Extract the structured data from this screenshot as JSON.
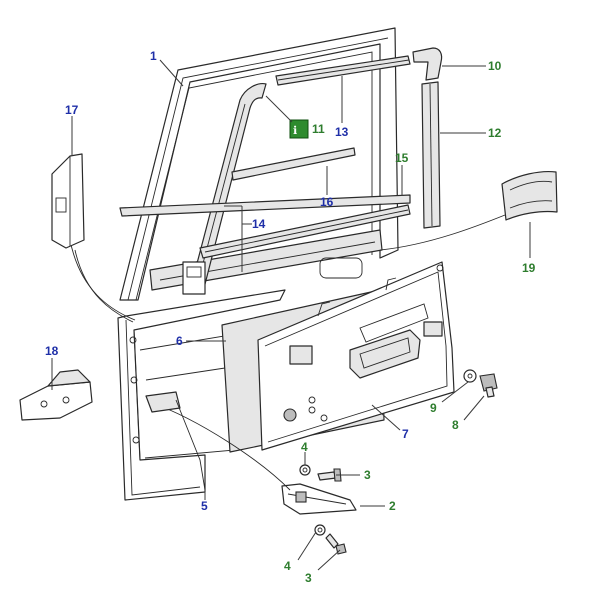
{
  "labels": {
    "l1": "1",
    "l2": "2",
    "l3a": "3",
    "l3b": "3",
    "l4a": "4",
    "l4b": "4",
    "l5": "5",
    "l6": "6",
    "l7": "7",
    "l8": "8",
    "l9": "9",
    "l10": "10",
    "l11": "11",
    "l12": "12",
    "l13": "13",
    "l14": "14",
    "l15": "15",
    "l16": "16",
    "l17": "17",
    "l18": "18",
    "l19": "19"
  },
  "colors": {
    "label_blue": "#1f2fa8",
    "label_green": "#2e7d2e",
    "info_badge": "#2e8b2e"
  },
  "icons": {
    "info_badge": "info-icon"
  }
}
